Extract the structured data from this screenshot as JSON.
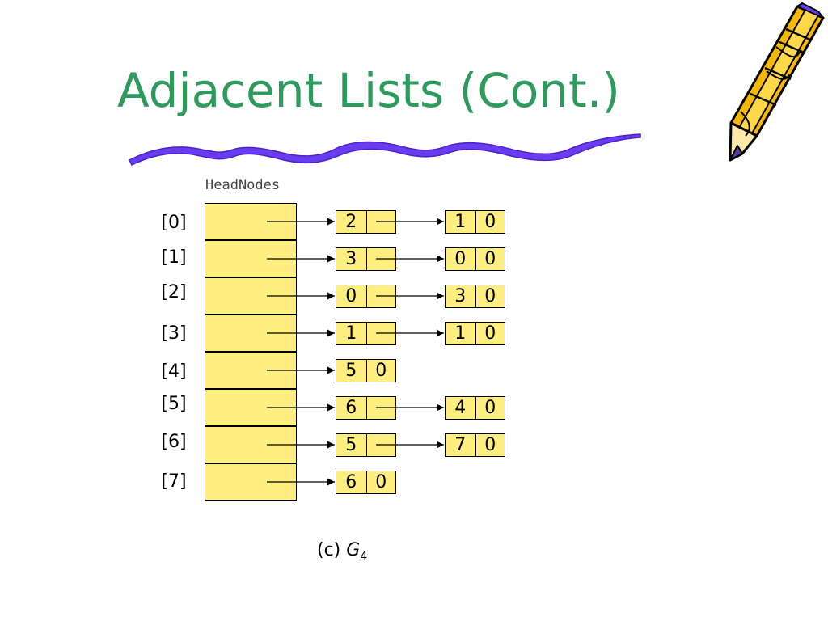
{
  "title": "Adjacent Lists (Cont.)",
  "head_label": "HeadNodes",
  "caption": {
    "prefix": "(c)",
    "graph": "G",
    "subscript": "4"
  },
  "colors": {
    "title": "#2f9a5e",
    "underline": "#6a3cf0",
    "node_fill": "#ffee80",
    "pencil_body": "#f6b800"
  },
  "lists": [
    {
      "index": "[0]",
      "nodes": [
        {
          "vertex": "2",
          "link": ""
        },
        {
          "vertex": "1",
          "link": "0"
        }
      ]
    },
    {
      "index": "[1]",
      "nodes": [
        {
          "vertex": "3",
          "link": ""
        },
        {
          "vertex": "0",
          "link": "0"
        }
      ]
    },
    {
      "index": "[2]",
      "nodes": [
        {
          "vertex": "0",
          "link": ""
        },
        {
          "vertex": "3",
          "link": "0"
        }
      ]
    },
    {
      "index": "[3]",
      "nodes": [
        {
          "vertex": "1",
          "link": ""
        },
        {
          "vertex": "1",
          "link": "0"
        }
      ]
    },
    {
      "index": "[4]",
      "nodes": [
        {
          "vertex": "5",
          "link": "0"
        }
      ]
    },
    {
      "index": "[5]",
      "nodes": [
        {
          "vertex": "6",
          "link": ""
        },
        {
          "vertex": "4",
          "link": "0"
        }
      ]
    },
    {
      "index": "[6]",
      "nodes": [
        {
          "vertex": "5",
          "link": ""
        },
        {
          "vertex": "7",
          "link": "0"
        }
      ]
    },
    {
      "index": "[7]",
      "nodes": [
        {
          "vertex": "6",
          "link": "0"
        }
      ]
    }
  ],
  "decorations": {
    "pencil": "pencil-icon"
  }
}
